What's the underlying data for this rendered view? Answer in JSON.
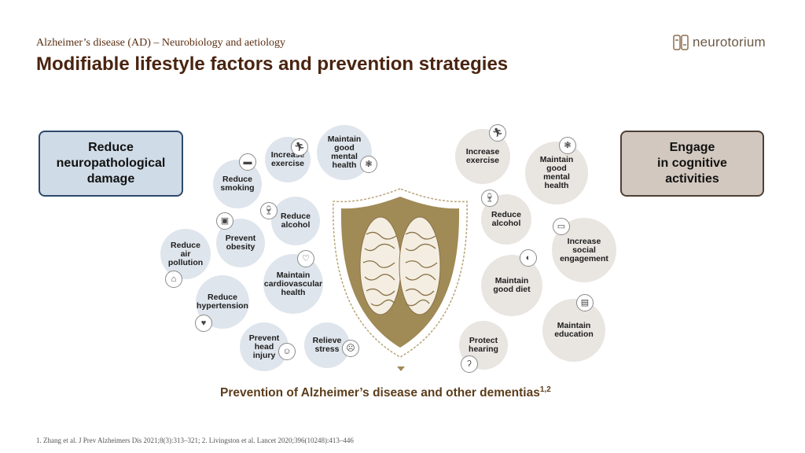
{
  "header": {
    "subtitle": "Alzheimer’s  disease (AD) – Neurobiology and aetiology",
    "title": "Modifiable lifestyle factors and prevention strategies",
    "logo_text": "neurotorium"
  },
  "left_box": {
    "label": "Reduce\nneuropathological\ndamage"
  },
  "right_box": {
    "label": "Engage\nin cognitive\nactivities"
  },
  "left_factors": [
    {
      "label": "Reduce\nsmoking",
      "icon": "cigarette-icon"
    },
    {
      "label": "Increase\nexercise",
      "icon": "running-icon"
    },
    {
      "label": "Maintain\ngood\nmental\nhealth",
      "icon": "brain-icon"
    },
    {
      "label": "Reduce\nalcohol",
      "icon": "wine-glass-icon"
    },
    {
      "label": "Prevent\nobesity",
      "icon": "scale-icon"
    },
    {
      "label": "Reduce\nair\npollution",
      "icon": "factory-icon"
    },
    {
      "label": "Maintain\ncardiovascular\nhealth",
      "icon": "heart-icon"
    },
    {
      "label": "Reduce\nhypertension",
      "icon": "heart-pulse-icon"
    },
    {
      "label": "Prevent\nhead\ninjury",
      "icon": "head-icon"
    },
    {
      "label": "Relieve\nstress",
      "icon": "head-stress-icon"
    }
  ],
  "right_factors": [
    {
      "label": "Increase\nexercise",
      "icon": "running-icon"
    },
    {
      "label": "Maintain\ngood\nmental\nhealth",
      "icon": "brain-icon"
    },
    {
      "label": "Reduce\nalcohol",
      "icon": "wine-glass-icon"
    },
    {
      "label": "Increase\nsocial\nengagement",
      "icon": "chat-icon"
    },
    {
      "label": "Maintain\ngood diet",
      "icon": "apple-icon"
    },
    {
      "label": "Protect\nhearing",
      "icon": "ear-icon"
    },
    {
      "label": "Maintain\neducation",
      "icon": "book-icon"
    }
  ],
  "center": {
    "shield_icon": "brain-shield-icon"
  },
  "caption": {
    "text": "Prevention of Alzheimer’s disease and other dementias",
    "sup": "1,2"
  },
  "references": "1. Zhang et al. J Prev Alzheimers Dis 2021;8(3):313–321; 2. Livingston et al. Lancet 2020;396(10248):413–446",
  "colors": {
    "title": "#4a2410",
    "shield": "#a08a56",
    "blue_circle": "#dfe5ec",
    "beige_circle": "#e9e5e1"
  }
}
